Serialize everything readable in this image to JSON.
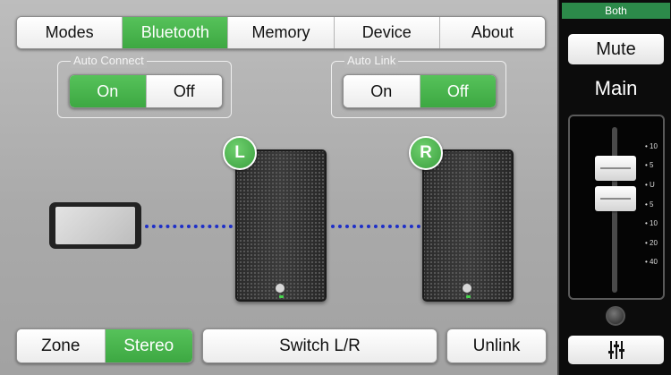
{
  "top_tabs": [
    {
      "label": "Modes",
      "active": false
    },
    {
      "label": "Bluetooth",
      "active": true
    },
    {
      "label": "Memory",
      "active": false
    },
    {
      "label": "Device",
      "active": false
    },
    {
      "label": "About",
      "active": false
    }
  ],
  "auto_connect": {
    "label": "Auto Connect",
    "options": [
      "On",
      "Off"
    ],
    "selected": "On"
  },
  "auto_link": {
    "label": "Auto Link",
    "options": [
      "On",
      "Off"
    ],
    "selected": "Off"
  },
  "speakers": {
    "left_badge": "L",
    "right_badge": "R"
  },
  "bottom": {
    "zone_label": "Zone",
    "stereo_label": "Stereo",
    "selected": "Stereo",
    "switch_label": "Switch L/R",
    "unlink_label": "Unlink"
  },
  "side_panel": {
    "output_label": "Both",
    "mute_label": "Mute",
    "channel_label": "Main",
    "scale": [
      "10",
      "5",
      "U",
      "5",
      "10",
      "20",
      "40"
    ],
    "eq_icon": "sliders-icon"
  },
  "colors": {
    "accent": "#46b04a",
    "badge_green": "#3ea843",
    "link_dots": "#1d2ec8"
  }
}
